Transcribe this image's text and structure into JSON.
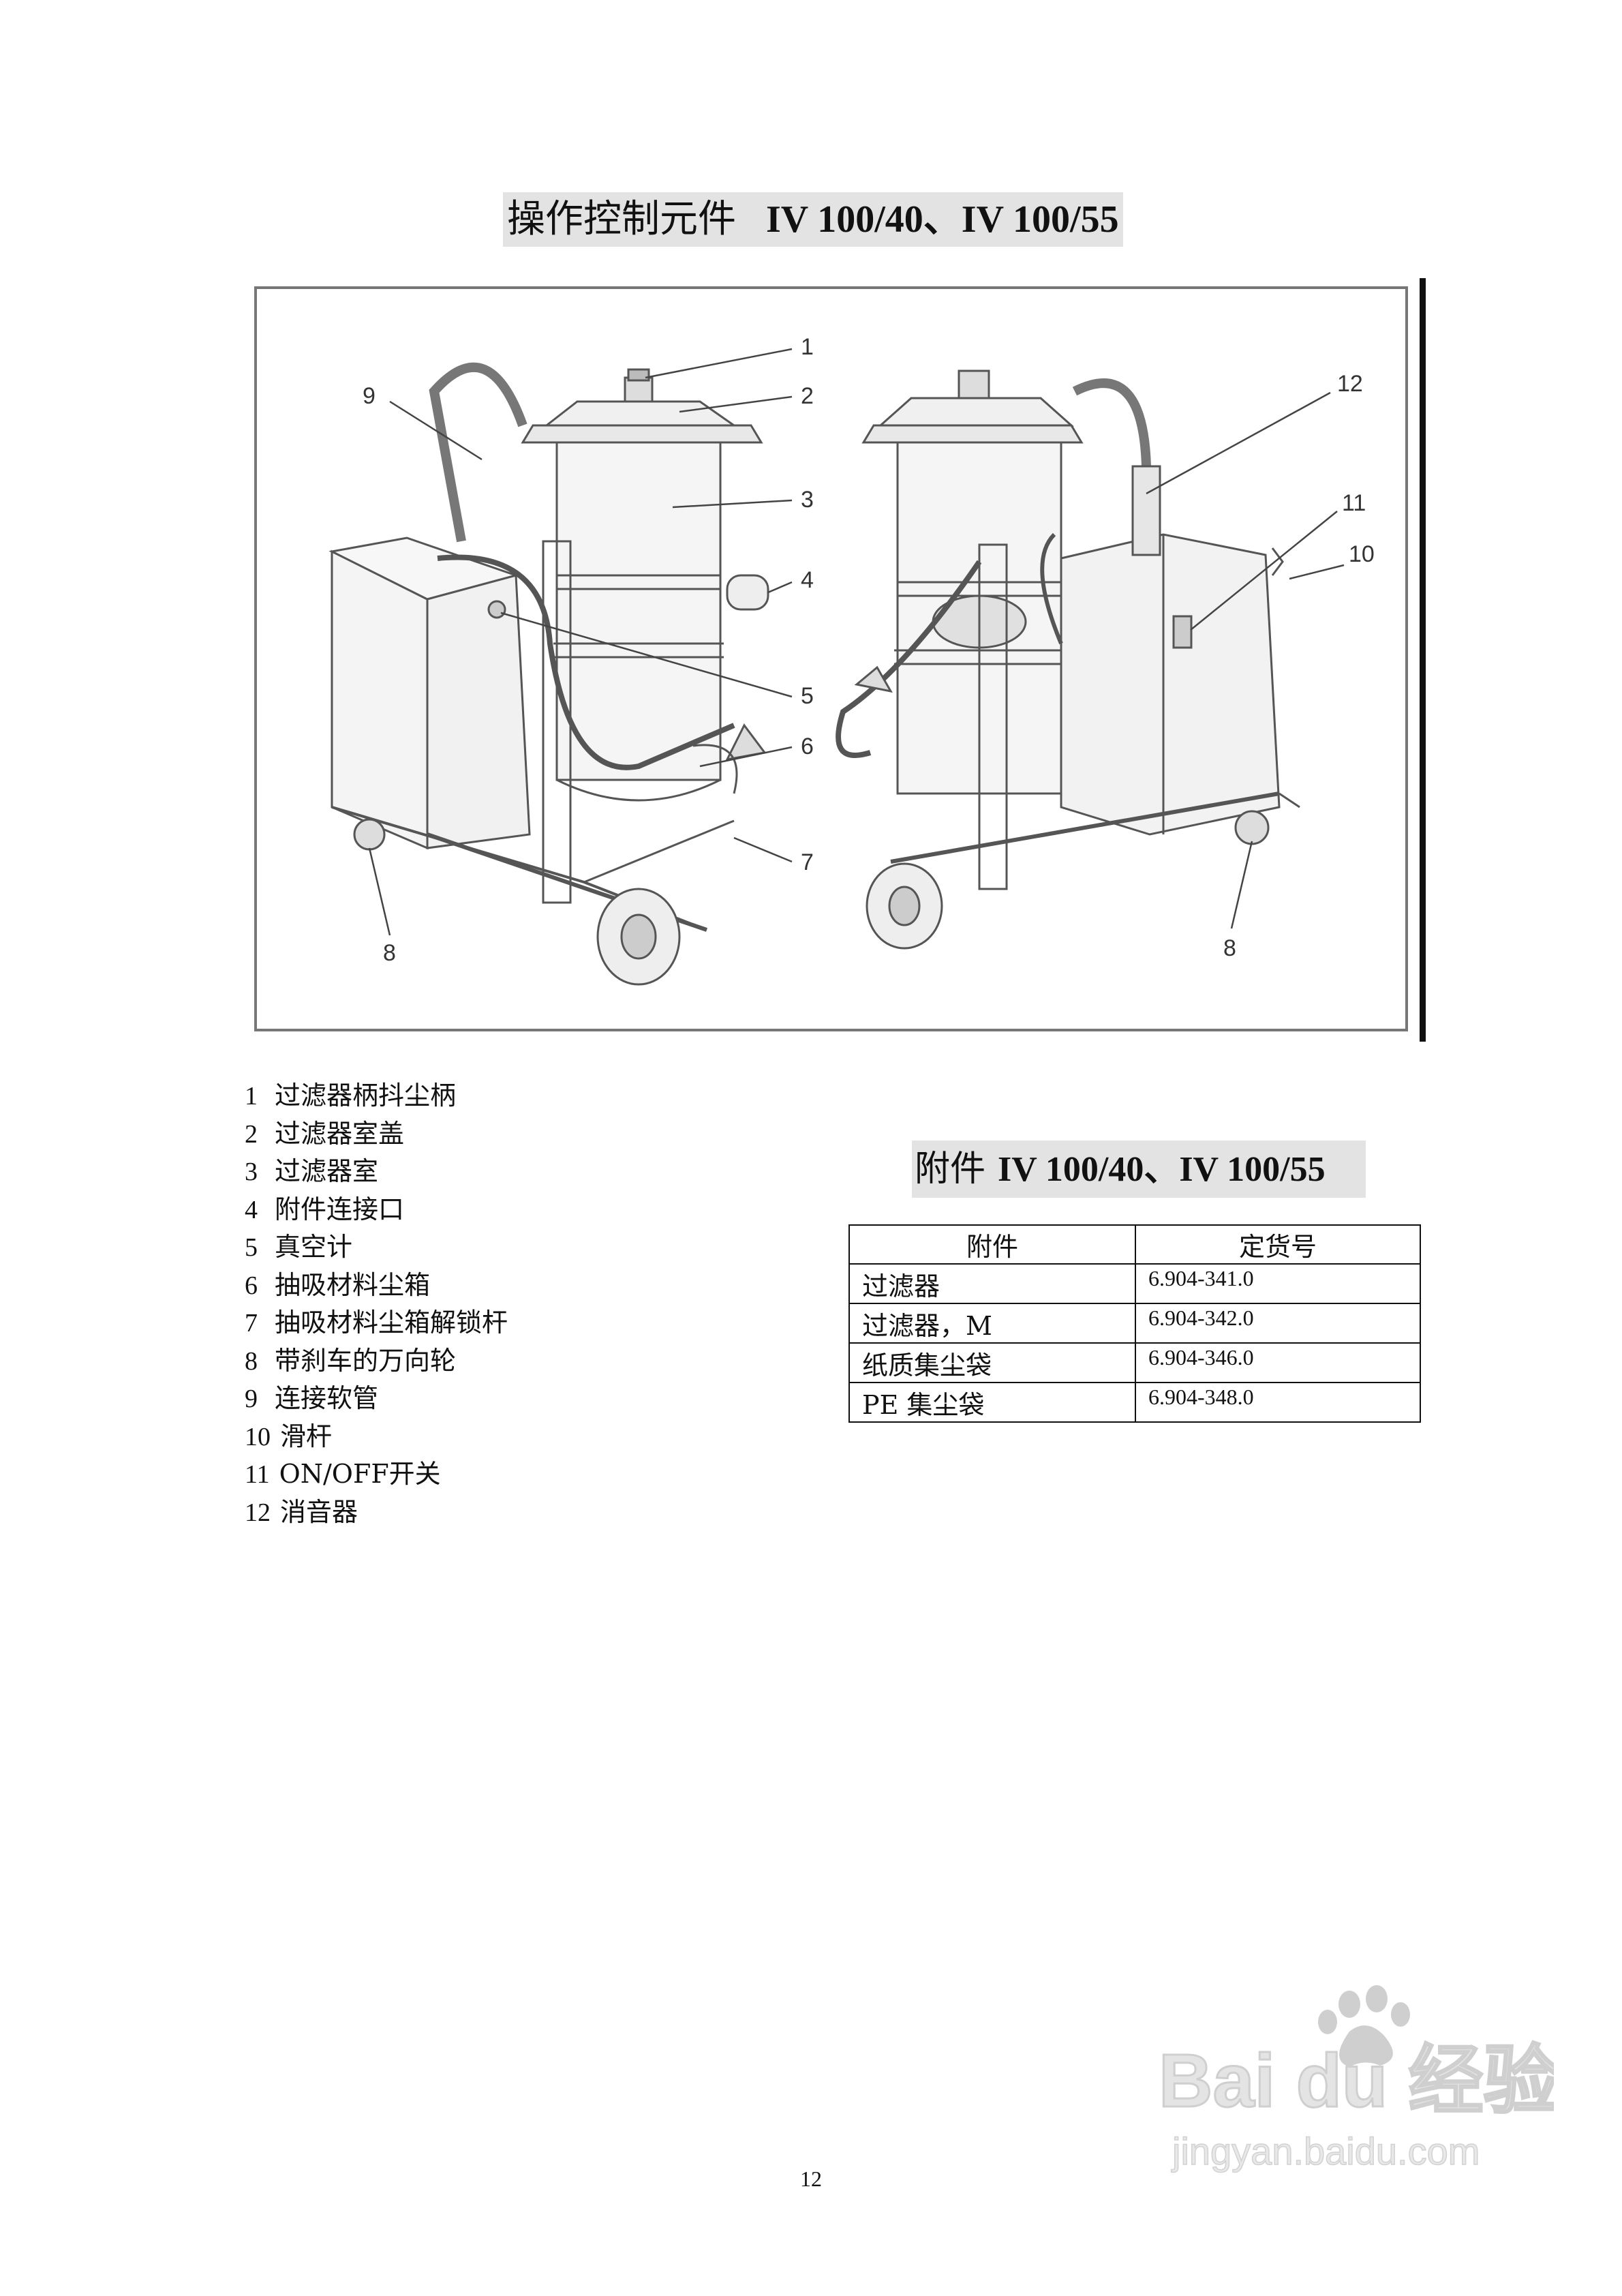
{
  "title": {
    "text": "操作控制元件",
    "model": "IV 100/40、IV 100/55"
  },
  "figure": {
    "callouts_left": [
      "1",
      "2",
      "3",
      "4",
      "5",
      "6",
      "7",
      "8",
      "9"
    ],
    "callouts_right": [
      "12",
      "11",
      "10",
      "8"
    ]
  },
  "legend": [
    {
      "num": "1",
      "text": "过滤器柄抖尘柄"
    },
    {
      "num": "2",
      "text": "过滤器室盖"
    },
    {
      "num": "3",
      "text": "过滤器室"
    },
    {
      "num": "4",
      "text": "附件连接口"
    },
    {
      "num": "5",
      "text": "真空计"
    },
    {
      "num": "6",
      "text": "抽吸材料尘箱"
    },
    {
      "num": "7",
      "text": "抽吸材料尘箱解锁杆"
    },
    {
      "num": "8",
      "text": "带刹车的万向轮"
    },
    {
      "num": "9",
      "text": "连接软管"
    },
    {
      "num": "10",
      "text": "滑杆"
    },
    {
      "num": "11",
      "text": "ON/OFF开关"
    },
    {
      "num": "12",
      "text": "消音器"
    }
  ],
  "accessories": {
    "title": "附件",
    "model": "IV 100/40、IV 100/55",
    "headers": [
      "附件",
      "定货号"
    ],
    "rows": [
      {
        "name": "过滤器",
        "code": "6.904-341.0"
      },
      {
        "name": "过滤器，M",
        "code": "6.904-342.0"
      },
      {
        "name": "纸质集尘袋",
        "code": "6.904-346.0"
      },
      {
        "name": "PE  集尘袋",
        "code": "6.904-348.0"
      }
    ]
  },
  "page_number": "12",
  "watermark": {
    "brand": "Bai du 经验",
    "url": "jingyan.baidu.com"
  }
}
